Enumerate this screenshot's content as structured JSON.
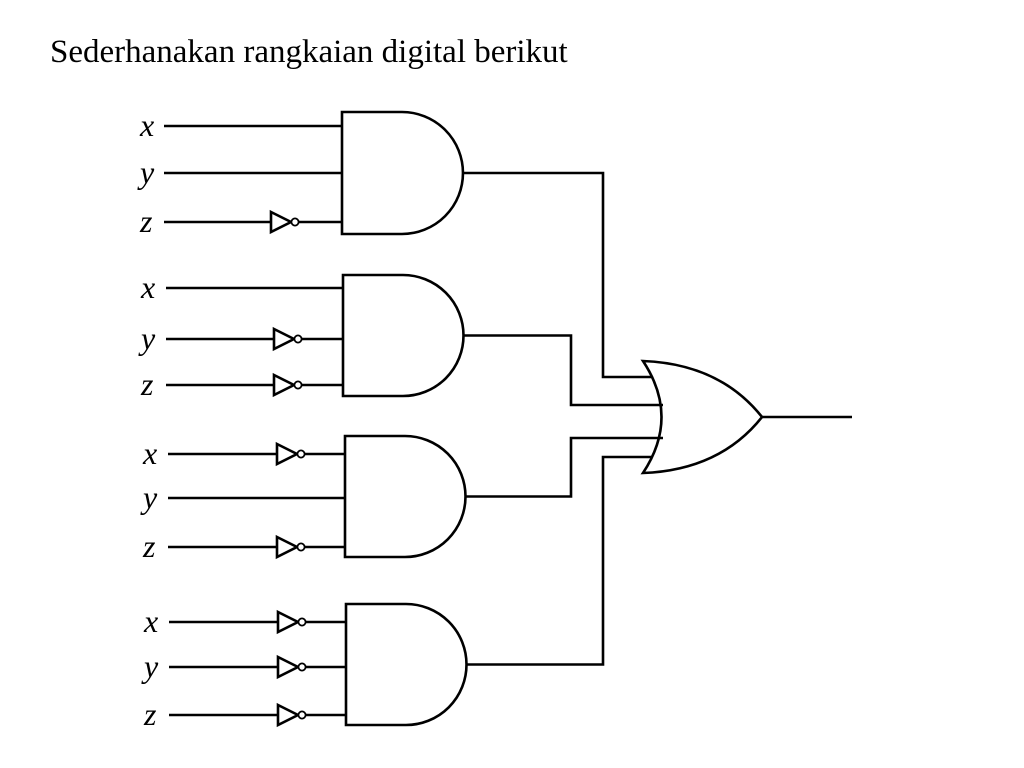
{
  "title": "Sederhanakan rangkaian digital berikut",
  "gates": [
    {
      "inputs": [
        {
          "label": "x",
          "inverted": false
        },
        {
          "label": "y",
          "inverted": false
        },
        {
          "label": "z",
          "inverted": true
        }
      ]
    },
    {
      "inputs": [
        {
          "label": "x",
          "inverted": false
        },
        {
          "label": "y",
          "inverted": true
        },
        {
          "label": "z",
          "inverted": true
        }
      ]
    },
    {
      "inputs": [
        {
          "label": "x",
          "inverted": true
        },
        {
          "label": "y",
          "inverted": false
        },
        {
          "label": "z",
          "inverted": true
        }
      ]
    },
    {
      "inputs": [
        {
          "label": "x",
          "inverted": true
        },
        {
          "label": "y",
          "inverted": true
        },
        {
          "label": "z",
          "inverted": true
        }
      ]
    }
  ],
  "output_gate": "OR"
}
